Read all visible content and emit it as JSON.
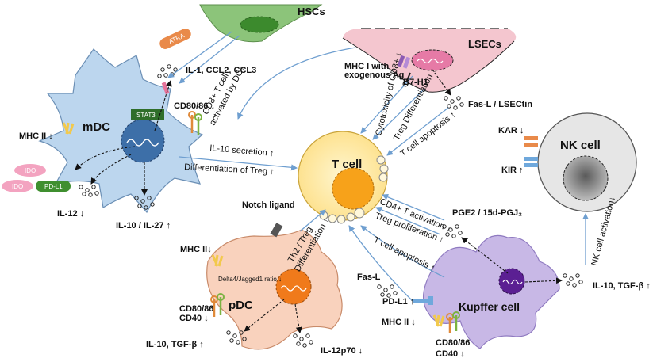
{
  "cells": {
    "hsc": "HSCs",
    "lsec": "LSECs",
    "mdc": "mDC",
    "tcell": "T cell",
    "nk": "NK cell",
    "pdc": "pDC",
    "kupffer": "Kupffer cell"
  },
  "labels": {
    "atra": "ATRA",
    "il1": "IL-1, CCL2, CCL3",
    "stat3": "STAT3",
    "cd8090_mdc": "CD80/86 ↓",
    "mhc2_mdc": "MHC II ↓",
    "ido1": "IDO",
    "ido2": "IDO",
    "pdl1_mdc": "PD-L1",
    "il12": "IL-12 ↓",
    "il10_il27": "IL-10 / IL-27 ↑",
    "cd8_act": [
      "CD8+ T cell",
      "activated by DC↓"
    ],
    "mhc1_exo": [
      "MHC I with",
      "exogenous Ag"
    ],
    "b7h1": "B7-H1",
    "fasl_lsectin": "Fas-L / LSECtin",
    "cyto_cd8": "Cytotoxicity of CD8+ ↓",
    "treg_diff": "Treg Differentiation ↑",
    "tcell_apop_lsec": "T cell apoptosis ↑",
    "il10_secretion": "IL-10 secretion ↑",
    "diff_treg": "Differentiation of Treg ↑",
    "kar": "KAR ↓",
    "kir": "KIR ↑",
    "notch": "Notch ligand",
    "th2": [
      "Th2 / Treg",
      "Differentiation ↑"
    ],
    "mhc2_pdc": "MHC II↓",
    "delta": "Delta4/Jagged1 ratio ↓",
    "cd8086_pdc": [
      "CD80/86",
      "CD40 ↓"
    ],
    "il10tgf_pdc": "IL-10, TGF-β ↑",
    "il12p70": "IL-12p70 ↓",
    "cd4_act": "CD4+ T activation ↓",
    "treg_prolif": "Treg proliferation ↑",
    "pge2": "PGE2 / 15d-PGJ₂",
    "tcell_apop_kc": "T cell apoptosis ↑",
    "fasl": "Fas-L",
    "pdl1_kc": "PD-L1 ↑",
    "mhc2_kc": "MHC II ↓",
    "cd8086_kc": [
      "CD80/86",
      "CD40 ↓"
    ],
    "nk_act": "NK cell activation↓",
    "il10tgf_kc": "IL-10, TGF-β ↑"
  },
  "colors": {
    "hsc": "#8cc47a",
    "lsec": "#f4c6cf",
    "mdc": "#bcd6ee",
    "mdc_nucleus": "#3d6fa8",
    "tcell": "#fde9a2",
    "tcell_nucleus": "#f7a21a",
    "nk": "#e6e6e6",
    "pdc": "#f9d2bd",
    "pdc_nucleus": "#f07a1b",
    "kupffer": "#c8b8e6",
    "kupffer_nucleus": "#5b1f93",
    "arrow": "#6f9fd0"
  }
}
